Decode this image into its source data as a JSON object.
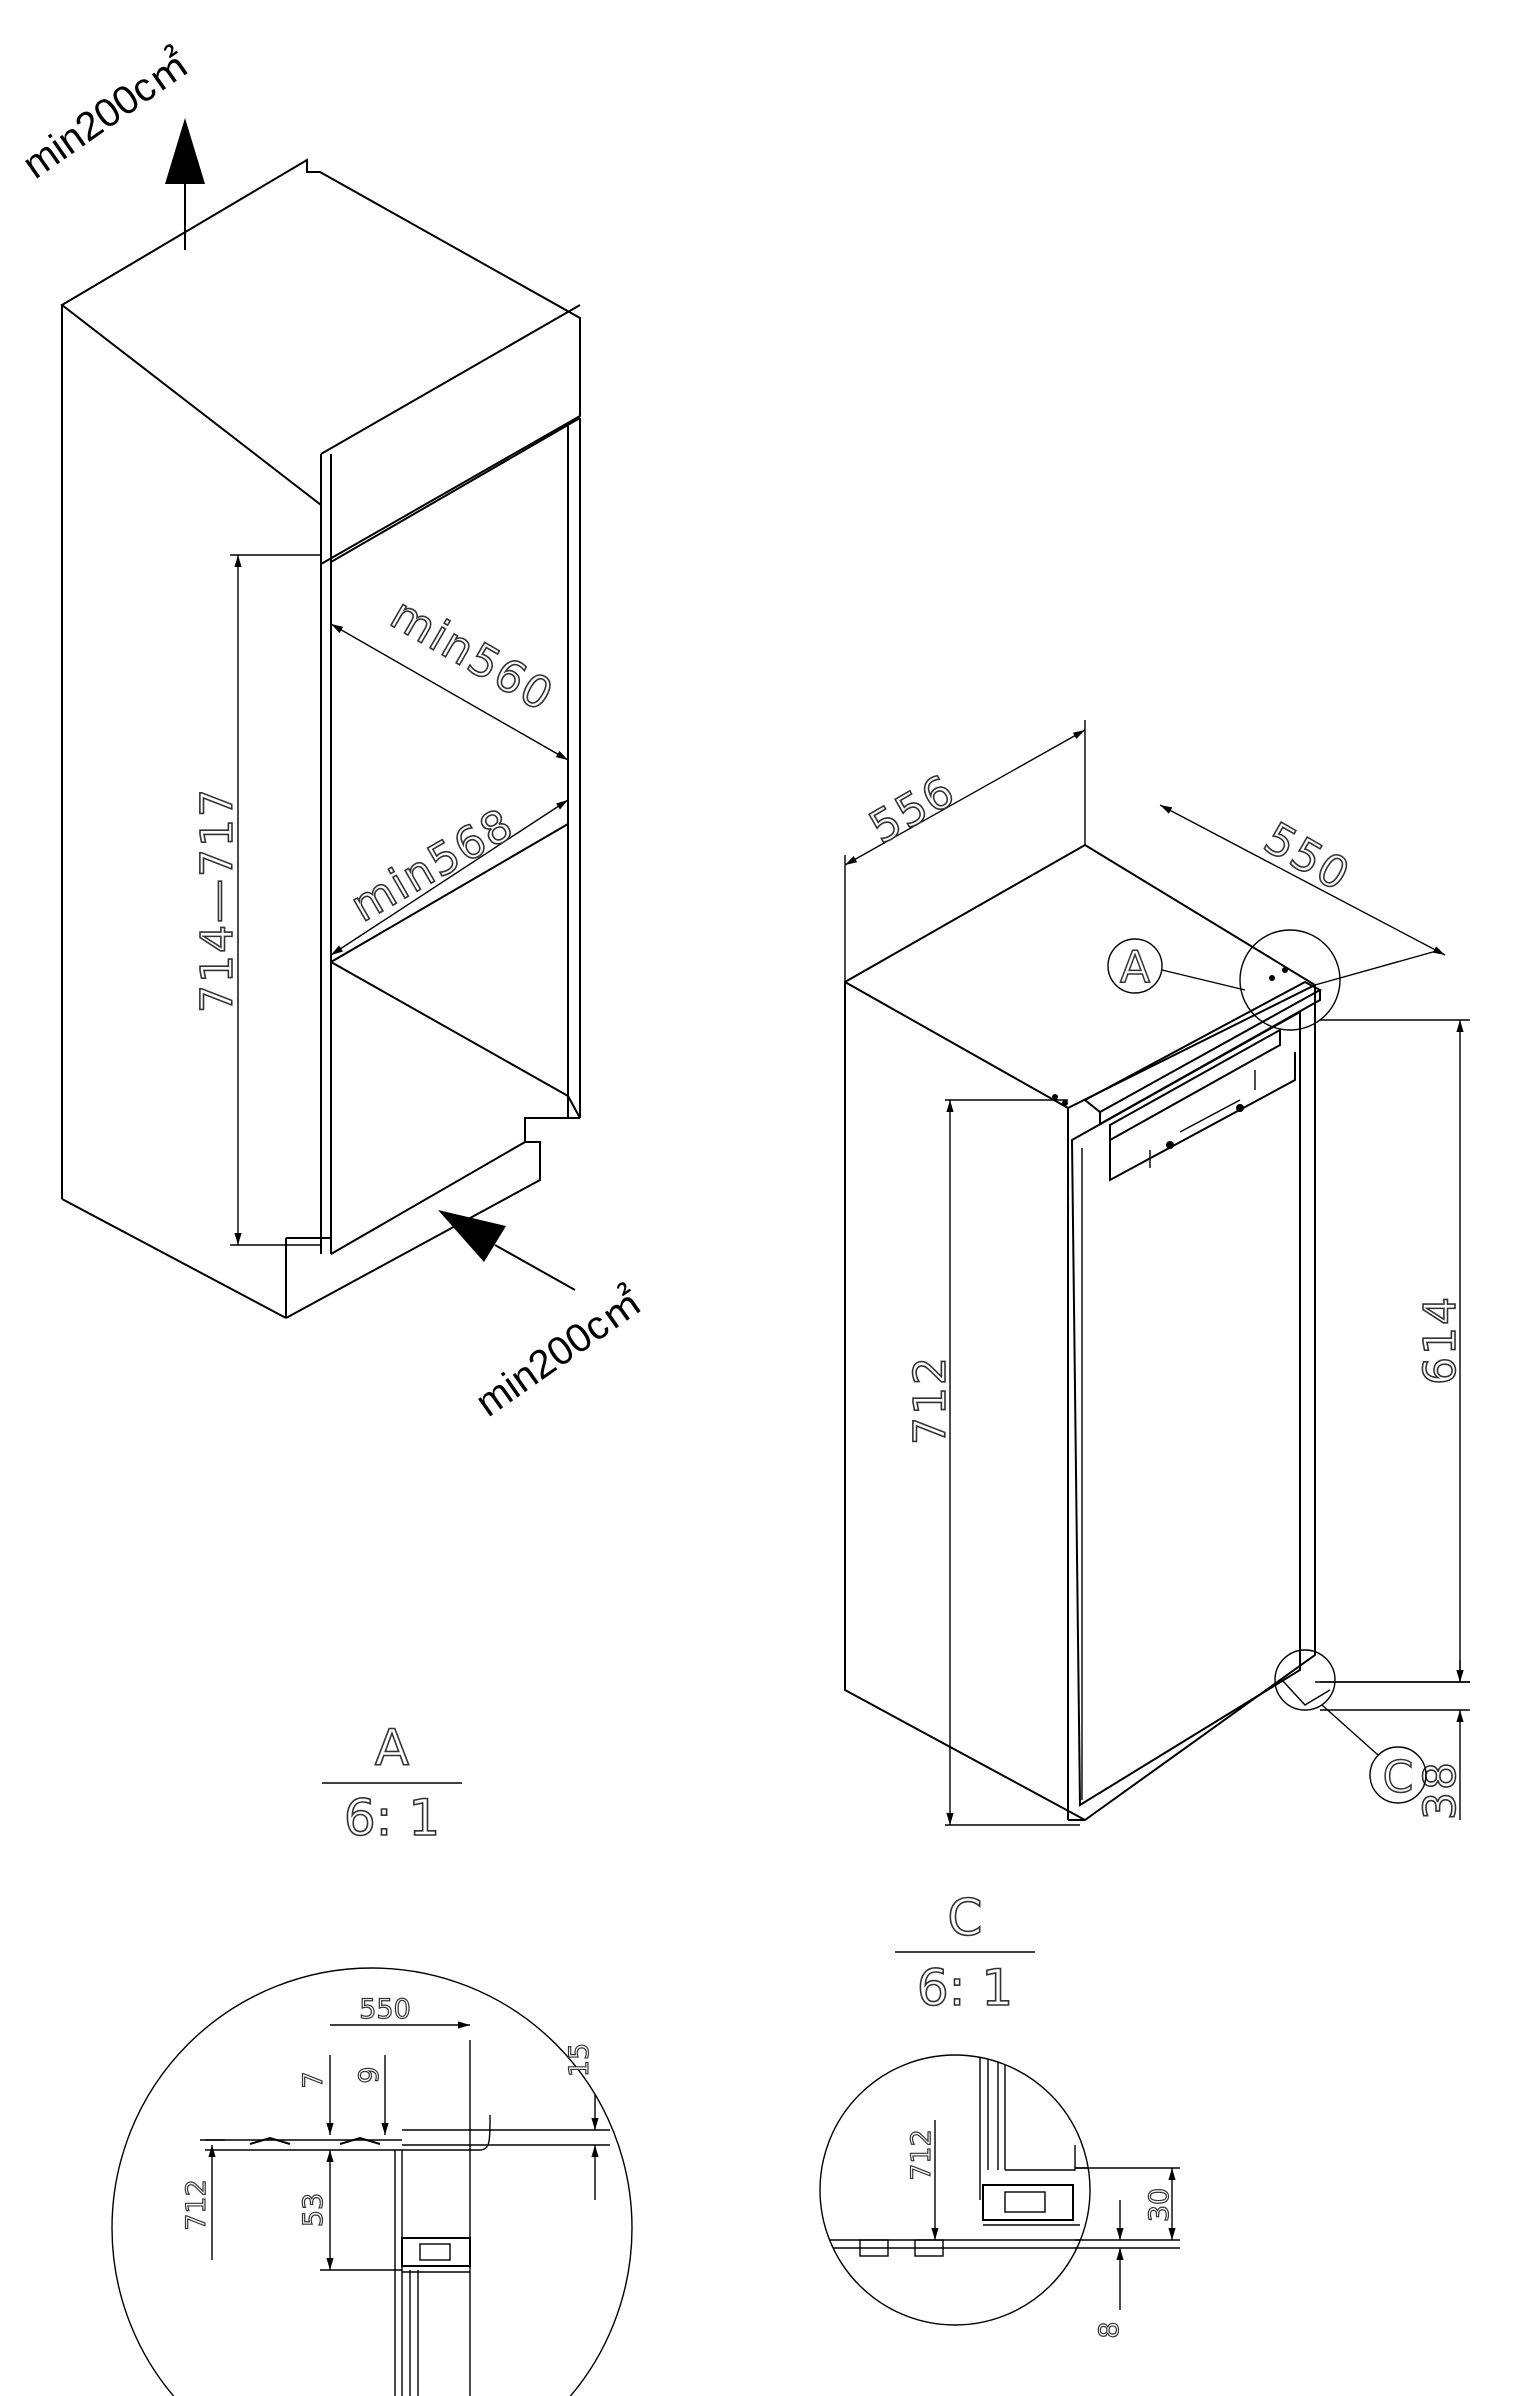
{
  "niche": {
    "vent_top": "min200c㎡",
    "vent_bottom": "min200c㎡",
    "height_range": "714—717",
    "depth_min": "min560",
    "width_min": "min568"
  },
  "appliance": {
    "width": "556",
    "depth": "550",
    "height": "712",
    "door_height": "614",
    "plinth_offset": "38",
    "detail_a_marker": "A",
    "detail_c_marker": "C"
  },
  "detail_a": {
    "title": "A",
    "scale": "6: 1",
    "dim_depth": "550",
    "dim_7": "7",
    "dim_9": "9",
    "dim_15": "15",
    "dim_712": "712",
    "dim_53": "53"
  },
  "detail_c": {
    "title": "C",
    "scale": "6: 1",
    "dim_712": "712",
    "dim_30": "30",
    "dim_8": "8"
  }
}
